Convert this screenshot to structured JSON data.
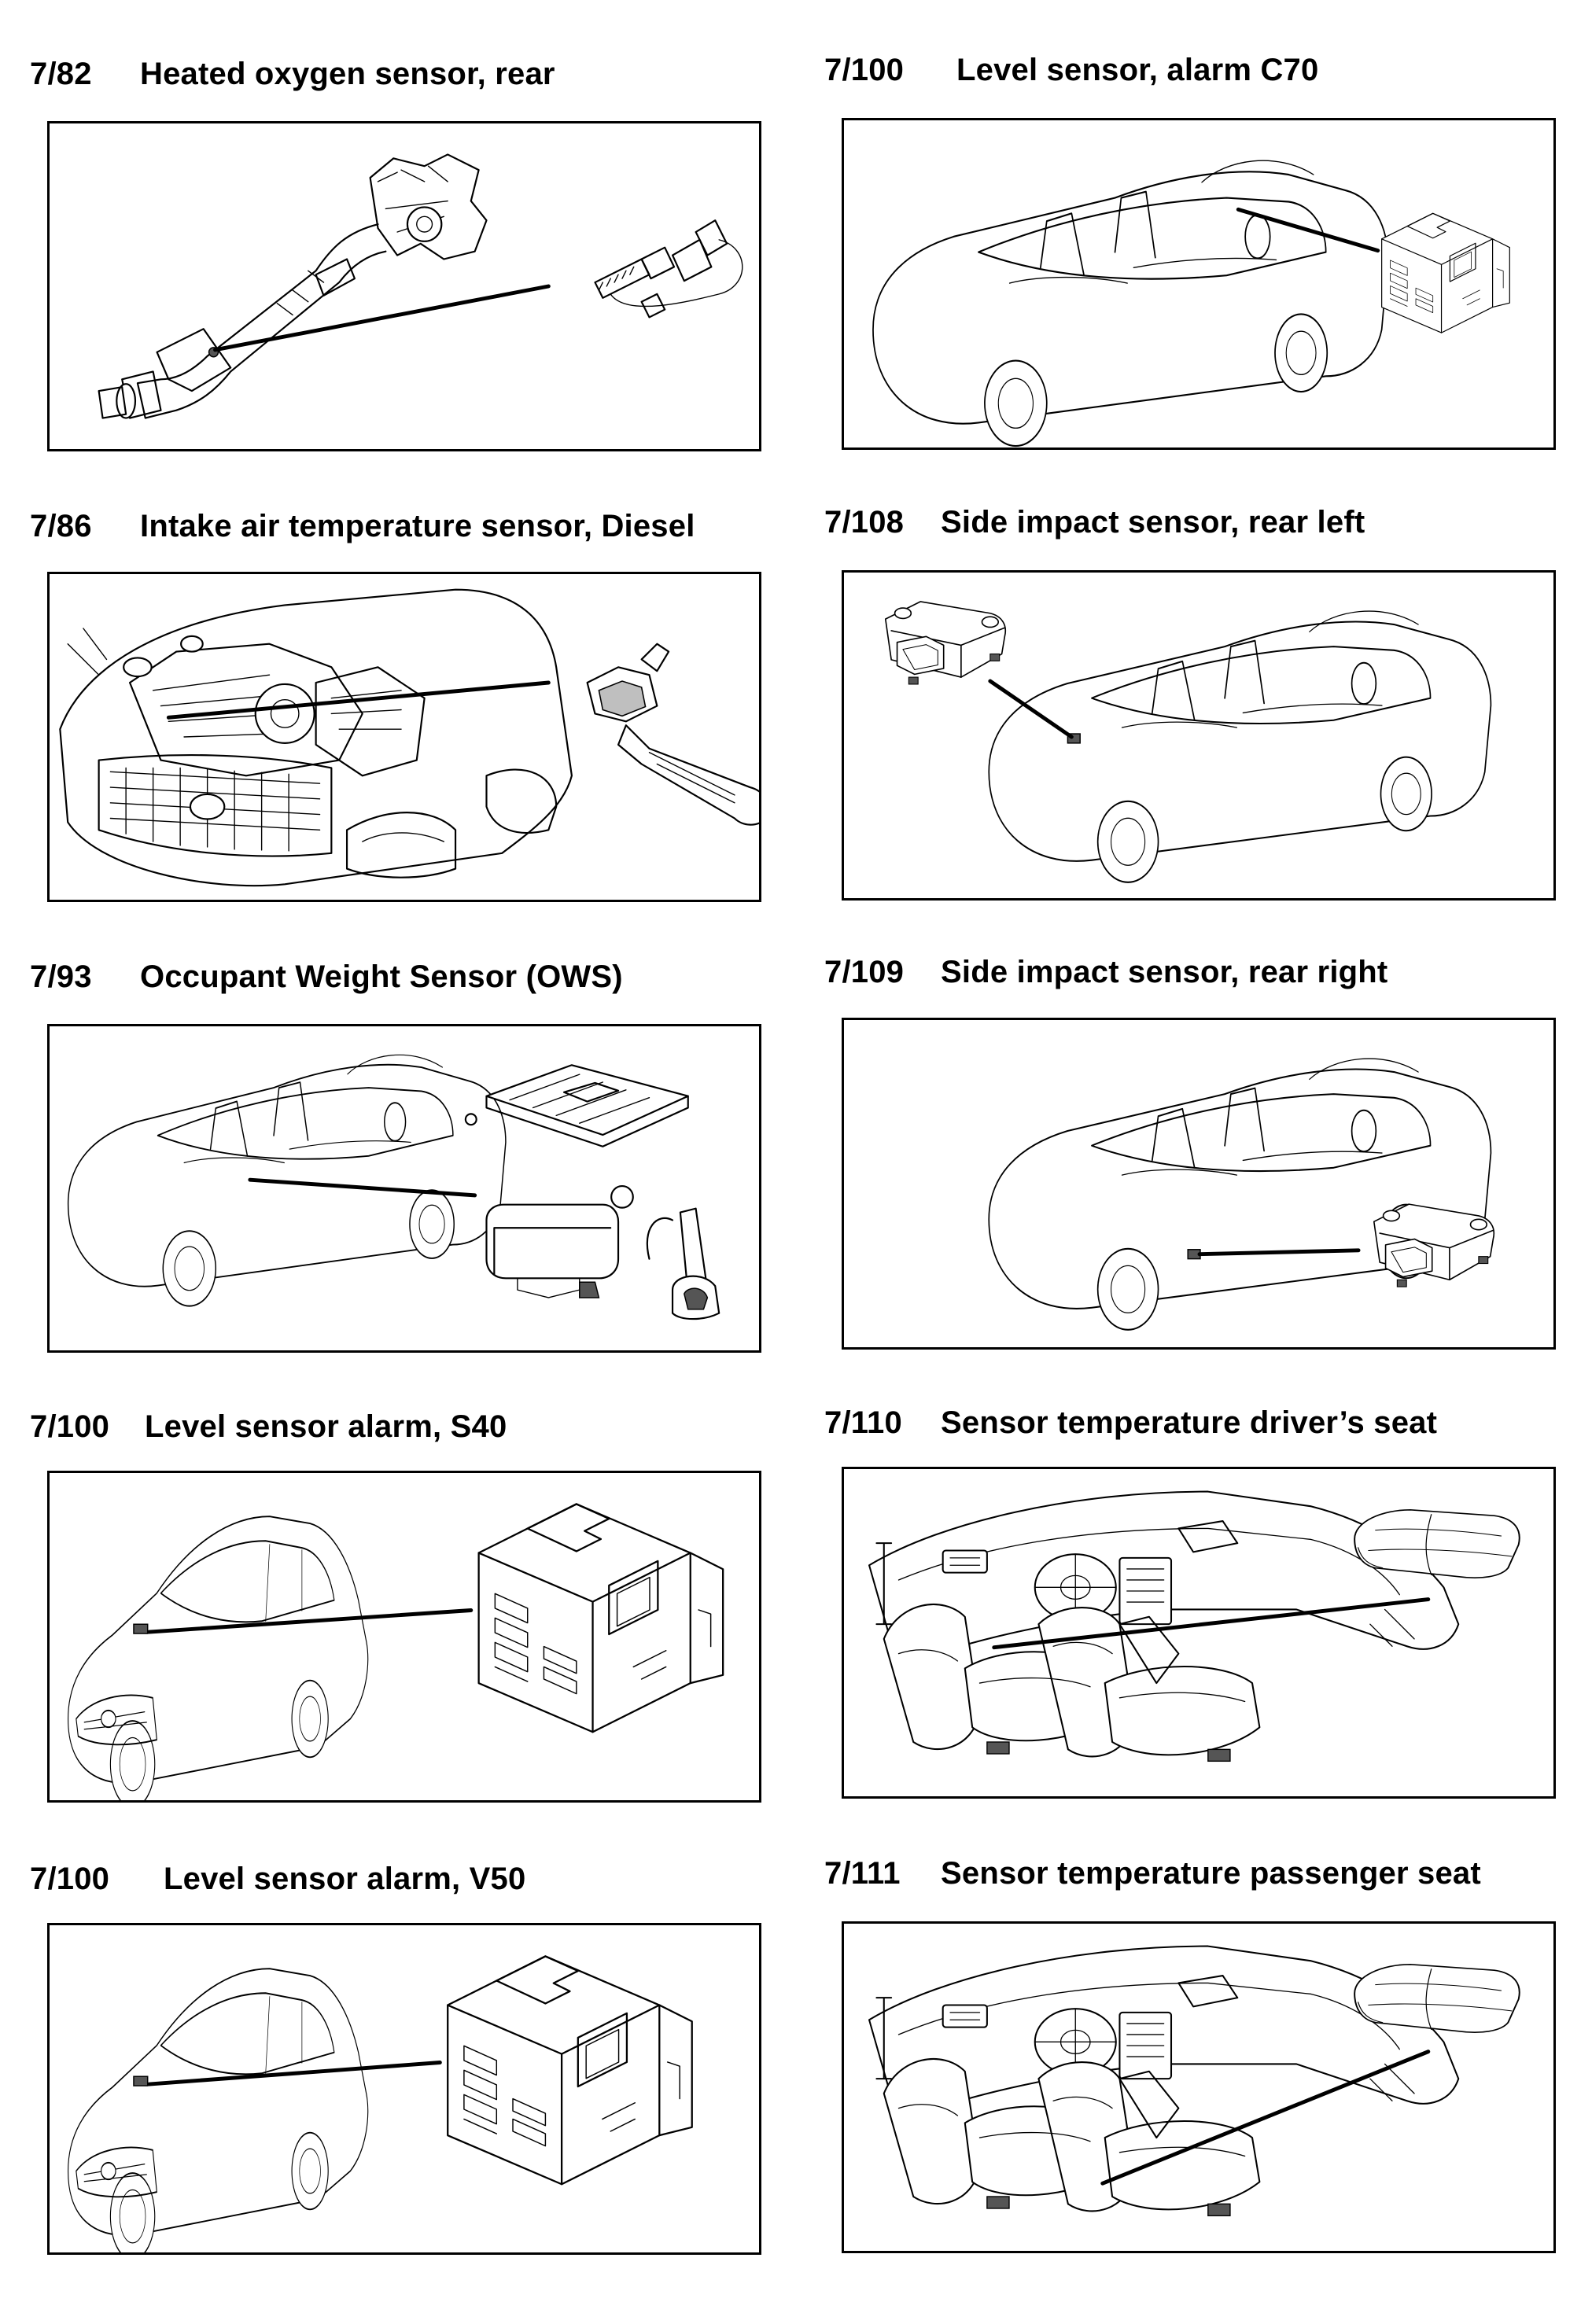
{
  "diagrams": [
    {
      "id": "c1",
      "number": "7/82",
      "title": "Heated oxygen sensor, rear"
    },
    {
      "id": "c2",
      "number": "7/86",
      "title": "Intake air temperature sensor, Diesel"
    },
    {
      "id": "c3",
      "number": "7/93",
      "title": "Occupant Weight Sensor (OWS)"
    },
    {
      "id": "c4",
      "number": "7/100",
      "title": "Level sensor alarm, S40"
    },
    {
      "id": "c5",
      "number": "7/100",
      "title": "Level sensor alarm, V50"
    },
    {
      "id": "c6",
      "number": "7/100",
      "title": "Level sensor, alarm C70"
    },
    {
      "id": "c7",
      "number": "7/108",
      "title": "Side impact sensor, rear left"
    },
    {
      "id": "c8",
      "number": "7/109",
      "title": "Side impact sensor, rear right"
    },
    {
      "id": "c9",
      "number": "7/110",
      "title": "Sensor temperature driver’s seat"
    },
    {
      "id": "c10",
      "number": "7/111",
      "title": "Sensor temperature passenger seat"
    }
  ]
}
